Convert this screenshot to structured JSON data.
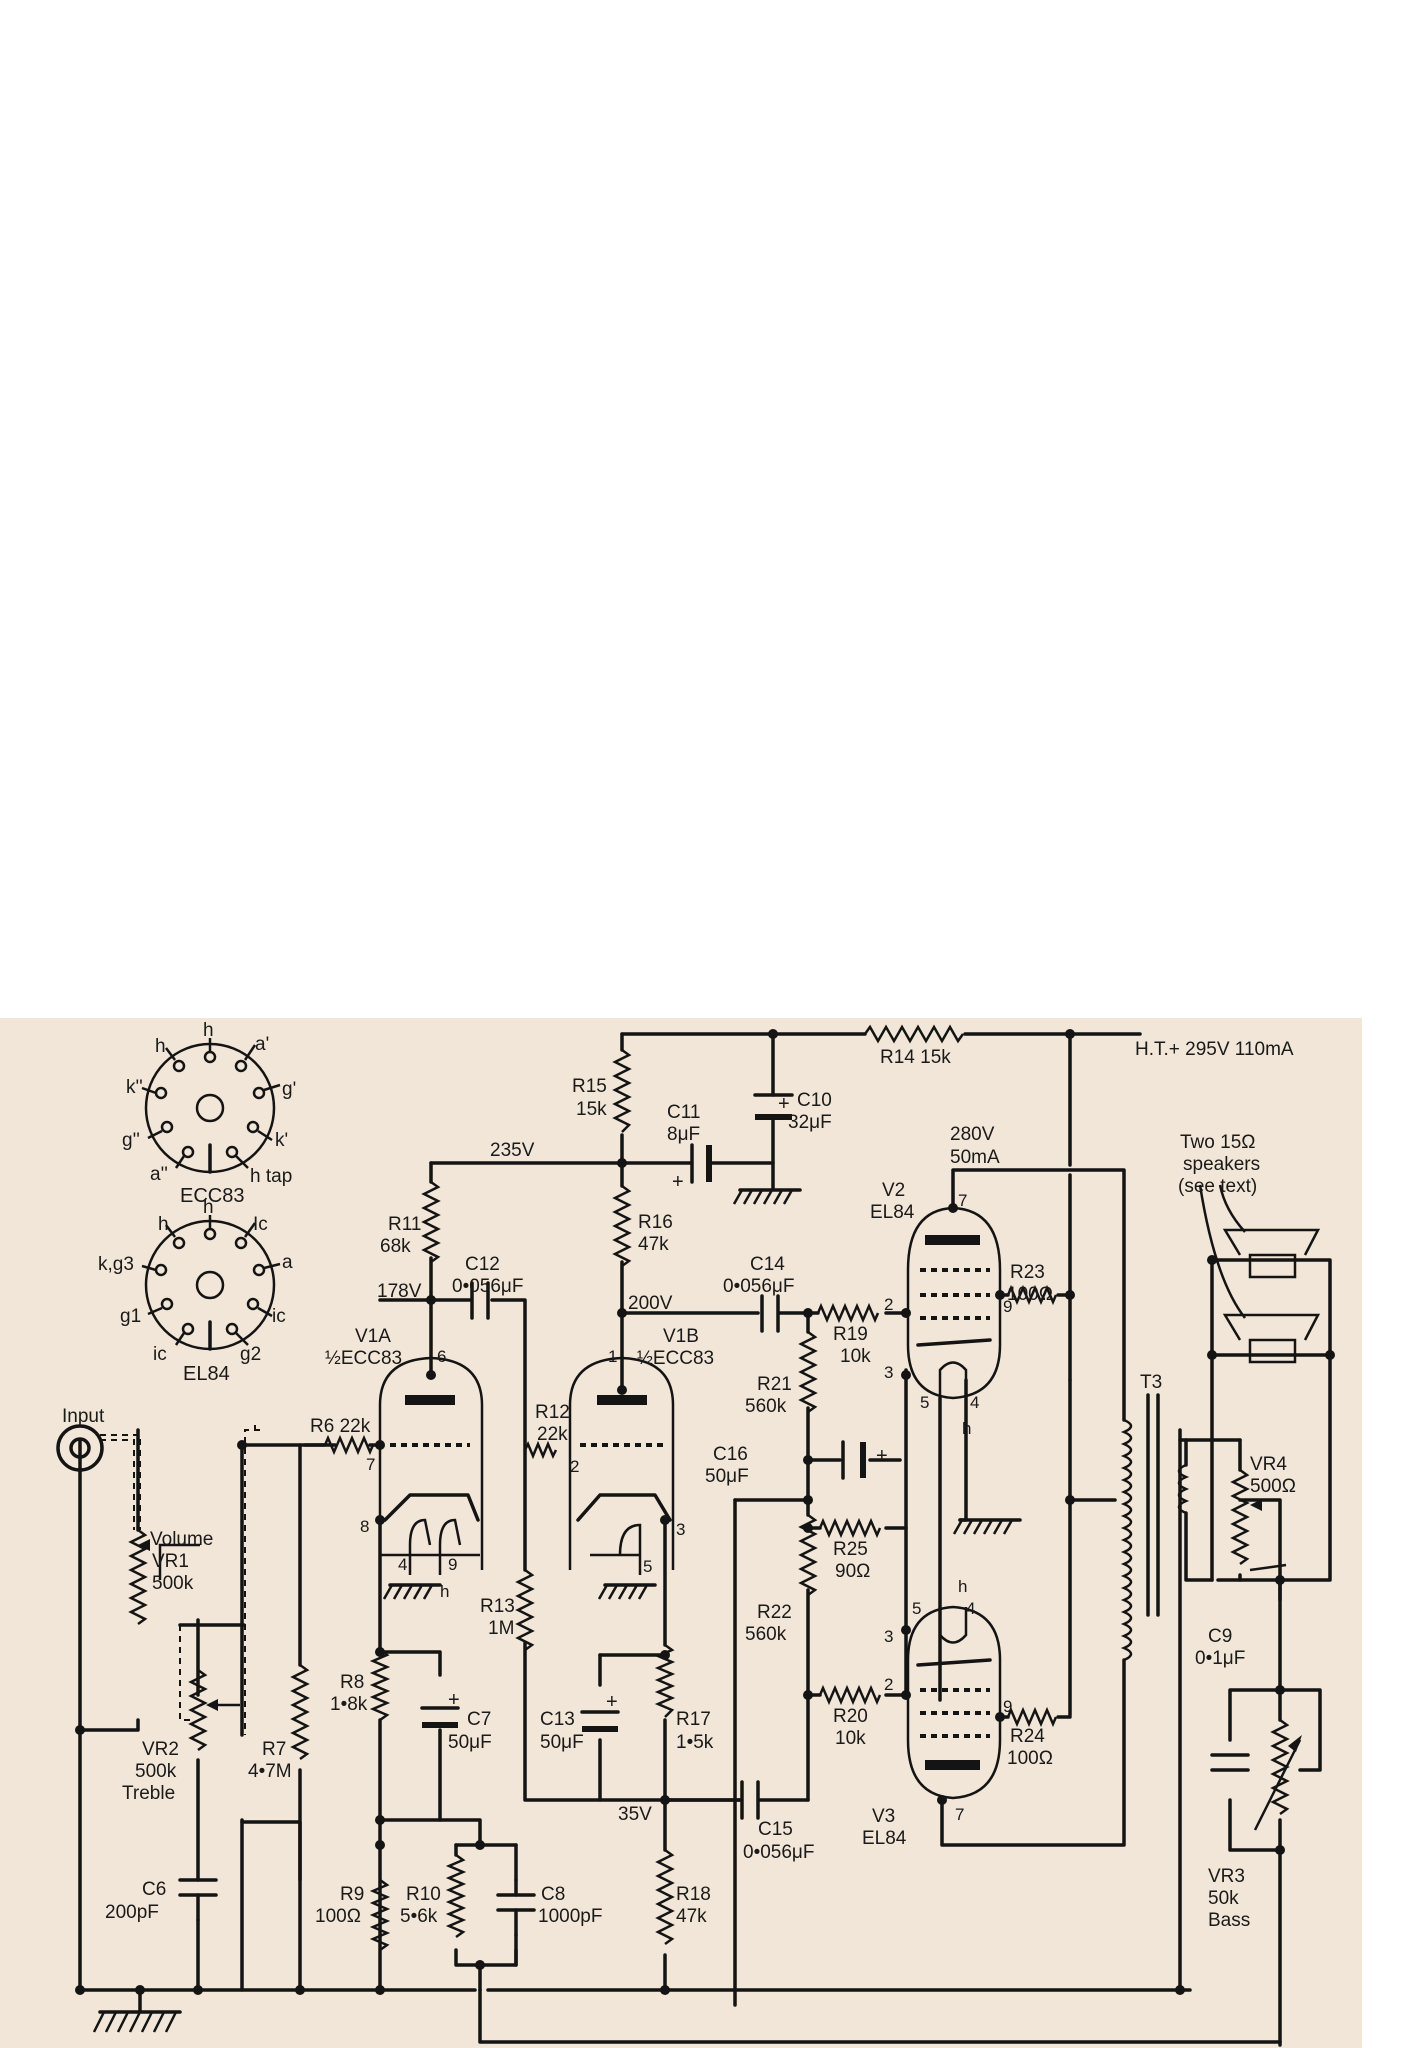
{
  "supply": {
    "ht": "H.T.+ 295V 110mA",
    "v235": "235V",
    "v200": "200V",
    "v178": "178V",
    "v35": "35V",
    "v2_supply_v": "280V",
    "v2_supply_i": "50mA"
  },
  "input_label": "Input",
  "speakers": {
    "line1": "Two 15Ω",
    "line2": "speakers",
    "line3": "(see text)"
  },
  "bases": {
    "ecc83": {
      "name": "ECC83",
      "pins": [
        "h",
        "h",
        "a'",
        "g'",
        "k'",
        "h tap",
        "a''",
        "g''",
        "k''"
      ]
    },
    "el84": {
      "name": "EL84",
      "pins": [
        "h",
        "h",
        "Ic",
        "a",
        "ic",
        "g2",
        "ic",
        "g1",
        "k,g3"
      ]
    }
  },
  "tubes": {
    "v1a": {
      "ref": "V1A",
      "type": "½ECC83"
    },
    "v1b": {
      "ref": "V1B",
      "type": "½ECC83"
    },
    "v2": {
      "ref": "V2",
      "type": "EL84"
    },
    "v3": {
      "ref": "V3",
      "type": "EL84"
    },
    "t3": "T3"
  },
  "pins": {
    "v1a_6": "6",
    "v1a_7": "7",
    "v1a_8": "8",
    "v1a_4": "4",
    "v1a_9": "9",
    "v1a_h": "h",
    "v1b_1": "1",
    "v1b_2": "2",
    "v1b_3": "3",
    "v1b_5": "5",
    "v2_7": "7",
    "v2_2": "2",
    "v2_9": "9",
    "v2_3": "3",
    "v2_5": "5",
    "v2_4": "4",
    "v2_h": "h",
    "v3_5": "5",
    "v3_4": "4",
    "v3_h": "h",
    "v3_3": "3",
    "v3_2": "2",
    "v3_9": "9",
    "v3_7": "7"
  },
  "components": {
    "r6": {
      "ref": "R6",
      "val": "22k"
    },
    "r7": {
      "ref": "R7",
      "val": "4•7M"
    },
    "r8": {
      "ref": "R8",
      "val": "1•8k"
    },
    "r9": {
      "ref": "R9",
      "val": "100Ω"
    },
    "r10": {
      "ref": "R10",
      "val": "5•6k"
    },
    "r11": {
      "ref": "R11",
      "val": "68k"
    },
    "r12": {
      "ref": "R12",
      "val": "22k"
    },
    "r13": {
      "ref": "R13",
      "val": "1M"
    },
    "r14": {
      "ref": "R14",
      "val": "15k"
    },
    "r15": {
      "ref": "R15",
      "val": "15k"
    },
    "r16": {
      "ref": "R16",
      "val": "47k"
    },
    "r17": {
      "ref": "R17",
      "val": "1•5k"
    },
    "r18": {
      "ref": "R18",
      "val": "47k"
    },
    "r19": {
      "ref": "R19",
      "val": "10k"
    },
    "r20": {
      "ref": "R20",
      "val": "10k"
    },
    "r21": {
      "ref": "R21",
      "val": "560k"
    },
    "r22": {
      "ref": "R22",
      "val": "560k"
    },
    "r23": {
      "ref": "R23",
      "val": "100Ω"
    },
    "r24": {
      "ref": "R24",
      "val": "100Ω"
    },
    "r25": {
      "ref": "R25",
      "val": "90Ω"
    },
    "c6": {
      "ref": "C6",
      "val": "200pF"
    },
    "c7": {
      "ref": "C7",
      "val": "50μF"
    },
    "c8": {
      "ref": "C8",
      "val": "1000pF"
    },
    "c9": {
      "ref": "C9",
      "val": "0•1μF"
    },
    "c10": {
      "ref": "C10",
      "val": "32μF"
    },
    "c11": {
      "ref": "C11",
      "val": "8μF"
    },
    "c12": {
      "ref": "C12",
      "val": "0•056μF"
    },
    "c13": {
      "ref": "C13",
      "val": "50μF"
    },
    "c14": {
      "ref": "C14",
      "val": "0•056μF"
    },
    "c15": {
      "ref": "C15",
      "val": "0•056μF"
    },
    "c16": {
      "ref": "C16",
      "val": "50μF"
    },
    "vr1": {
      "name": "Volume",
      "ref": "VR1",
      "val": "500k"
    },
    "vr2": {
      "ref": "VR2",
      "val": "500k",
      "name": "Treble"
    },
    "vr3": {
      "ref": "VR3",
      "val": "50k",
      "name": "Bass"
    },
    "vr4": {
      "ref": "VR4",
      "val": "500Ω"
    }
  },
  "polarity": {
    "plus": "+"
  }
}
